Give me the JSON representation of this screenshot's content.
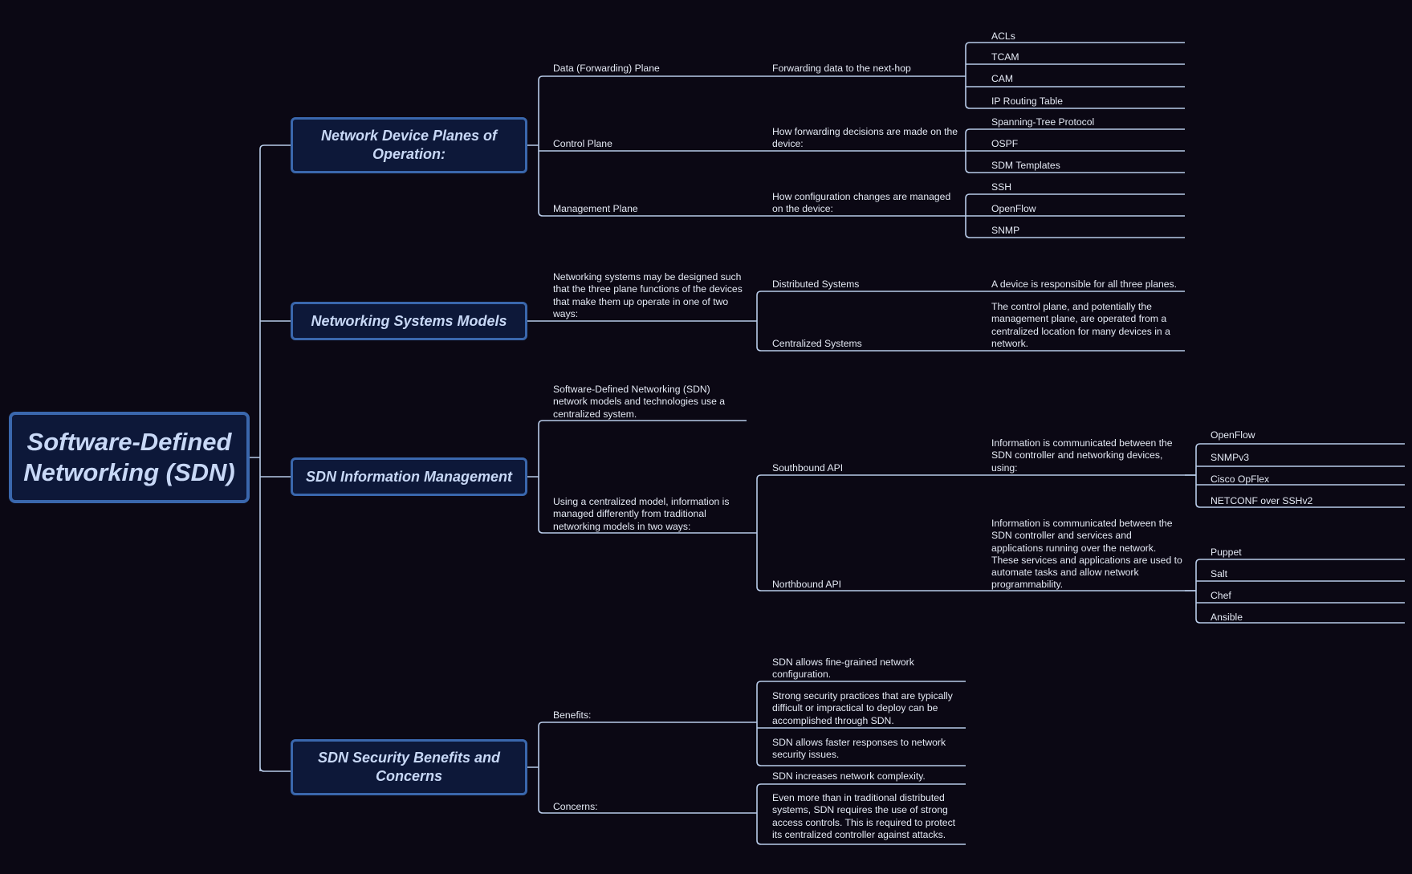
{
  "colors": {
    "background": "#0b0814",
    "line": "#b8cbe8",
    "box_fill": "#0d1839",
    "box_border": "#3a67ad",
    "box_text": "#c8d8f6",
    "node_text": "#e4e9f4"
  },
  "root": {
    "title": "Software-Defined Networking (SDN)"
  },
  "branches": [
    {
      "title": "Network Device Planes of Operation:",
      "children": [
        {
          "label": "Data (Forwarding) Plane",
          "detail": "Forwarding data to the next-hop",
          "items": [
            "ACLs",
            "TCAM",
            "CAM",
            "IP Routing Table"
          ]
        },
        {
          "label": "Control Plane",
          "detail": "How forwarding decisions are made on the device:",
          "items": [
            "Spanning-Tree Protocol",
            "OSPF",
            "SDM Templates"
          ]
        },
        {
          "label": "Management Plane",
          "detail": "How configuration changes are managed on the device:",
          "items": [
            "SSH",
            "OpenFlow",
            "SNMP"
          ]
        }
      ]
    },
    {
      "title": "Networking Systems Models",
      "intro": "Networking systems may be designed such that the three plane functions of the devices that make them up operate in one of two ways:",
      "children": [
        {
          "label": "Distributed Systems",
          "detail": "A device is responsible for all three planes."
        },
        {
          "label": "Centralized Systems",
          "detail": "The control plane, and potentially the management plane, are operated from a centralized location for many devices in a network."
        }
      ]
    },
    {
      "title": "SDN Information Management",
      "intro1": "Software-Defined Networking (SDN) network models and technologies use a centralized system.",
      "intro2": "Using a centralized model, information is managed differently from traditional networking models in two ways:",
      "children": [
        {
          "label": "Southbound API",
          "detail": "Information is communicated between the SDN controller and networking devices, using:",
          "items": [
            "OpenFlow",
            "SNMPv3",
            "Cisco OpFlex",
            "NETCONF over SSHv2"
          ]
        },
        {
          "label": "Northbound API",
          "detail": "Information is communicated between the SDN controller and services and applications running over the network. These services and applications are used to automate tasks and allow network programmability.",
          "items": [
            "Puppet",
            "Salt",
            "Chef",
            "Ansible"
          ]
        }
      ]
    },
    {
      "title": "SDN Security Benefits and Concerns",
      "children": [
        {
          "label": "Benefits:",
          "items": [
            "SDN allows fine-grained network configuration.",
            "Strong security practices that are typically difficult or impractical to deploy can be accomplished through SDN.",
            "SDN allows faster responses to network security issues."
          ]
        },
        {
          "label": "Concerns:",
          "items": [
            "SDN increases network complexity.",
            "Even more than in traditional distributed systems, SDN requires the use of strong access controls. This is required to protect its centralized controller against attacks."
          ]
        }
      ]
    }
  ]
}
